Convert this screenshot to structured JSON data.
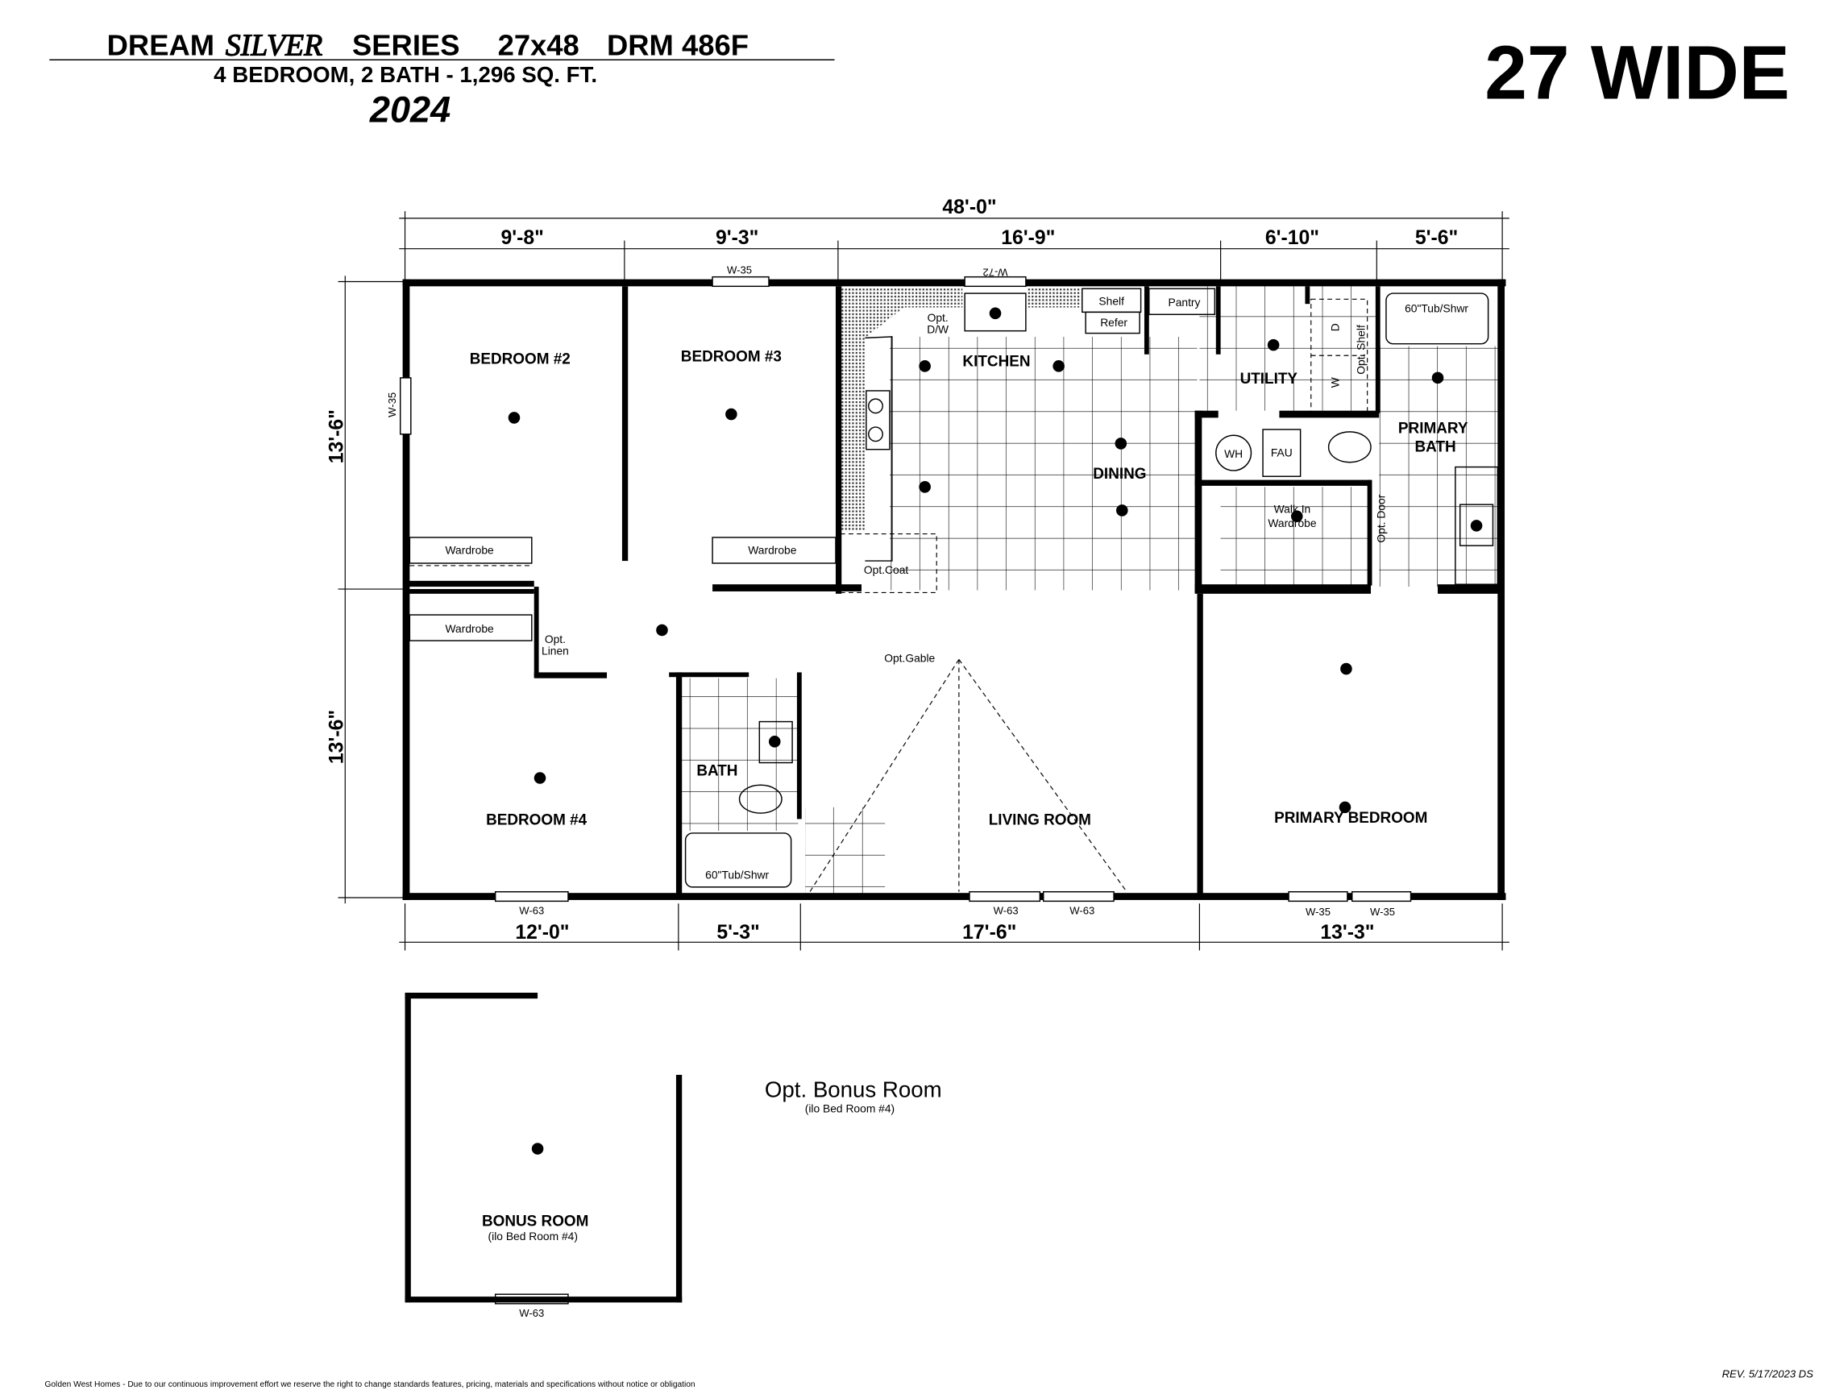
{
  "header": {
    "title_prefix": "DREAM",
    "title_series": "SILVER",
    "title_suffix": "SERIES",
    "size": "27x48",
    "model": "DRM 486F",
    "subtitle": "4 BEDROOM, 2 BATH - 1,296 SQ. FT.",
    "year": "2024",
    "width_label": "27 WIDE"
  },
  "dimensions": {
    "overall": "48'-0\"",
    "top": [
      "9'-8\"",
      "9'-3\"",
      "16'-9\"",
      "6'-10\"",
      "5'-6\""
    ],
    "bottom": [
      "12'-0\"",
      "5'-3\"",
      "17'-6\"",
      "13'-3\""
    ],
    "left": [
      "13'-6\"",
      "13'-6\""
    ]
  },
  "rooms": {
    "bedroom2": "BEDROOM #2",
    "bedroom3": "BEDROOM #3",
    "bedroom4": "BEDROOM #4",
    "kitchen": "KITCHEN",
    "dining": "DINING",
    "utility": "UTILITY",
    "primary_bath_1": "PRIMARY",
    "primary_bath_2": "BATH",
    "bath": "BATH",
    "living": "LIVING ROOM",
    "primary_bedroom": "PRIMARY BEDROOM",
    "bonus": "BONUS ROOM",
    "bonus_note": "(ilo Bed Room #4)"
  },
  "fixtures": {
    "wardrobe": "Wardrobe",
    "opt_linen_1": "Opt.",
    "opt_linen_2": "Linen",
    "opt_coat": "Opt.Coat",
    "opt_gable": "Opt.Gable",
    "opt_dw_1": "Opt.",
    "opt_dw_2": "D/W",
    "shelf": "Shelf",
    "refer": "Refer",
    "pantry": "Pantry",
    "dryer": "D",
    "washer": "W",
    "opt_shelf": "Opt. Shelf",
    "tub": "60\"Tub/Shwr",
    "wh": "WH",
    "fau": "FAU",
    "walk_in_1": "Walk In",
    "walk_in_2": "Wardrobe",
    "opt_door": "Opt. Door"
  },
  "windows": {
    "top_bed3": "W-35",
    "top_kitchen": "W-72",
    "left_bed2": "W-35",
    "bottom_bed4": "W-63",
    "bottom_living_1": "W-63",
    "bottom_living_2": "W-63",
    "bottom_primary_1": "W-35",
    "bottom_primary_2": "W-35",
    "bonus": "W-63"
  },
  "bonus_section": {
    "title": "Opt. Bonus Room",
    "note": "(ilo Bed Room #4)"
  },
  "footer": {
    "disclaimer": "Golden West Homes - Due to our continuous improvement effort we reserve the right to change standards features, pricing, materials and specifications without notice or obligation",
    "revision": "REV. 5/17/2023  DS"
  }
}
